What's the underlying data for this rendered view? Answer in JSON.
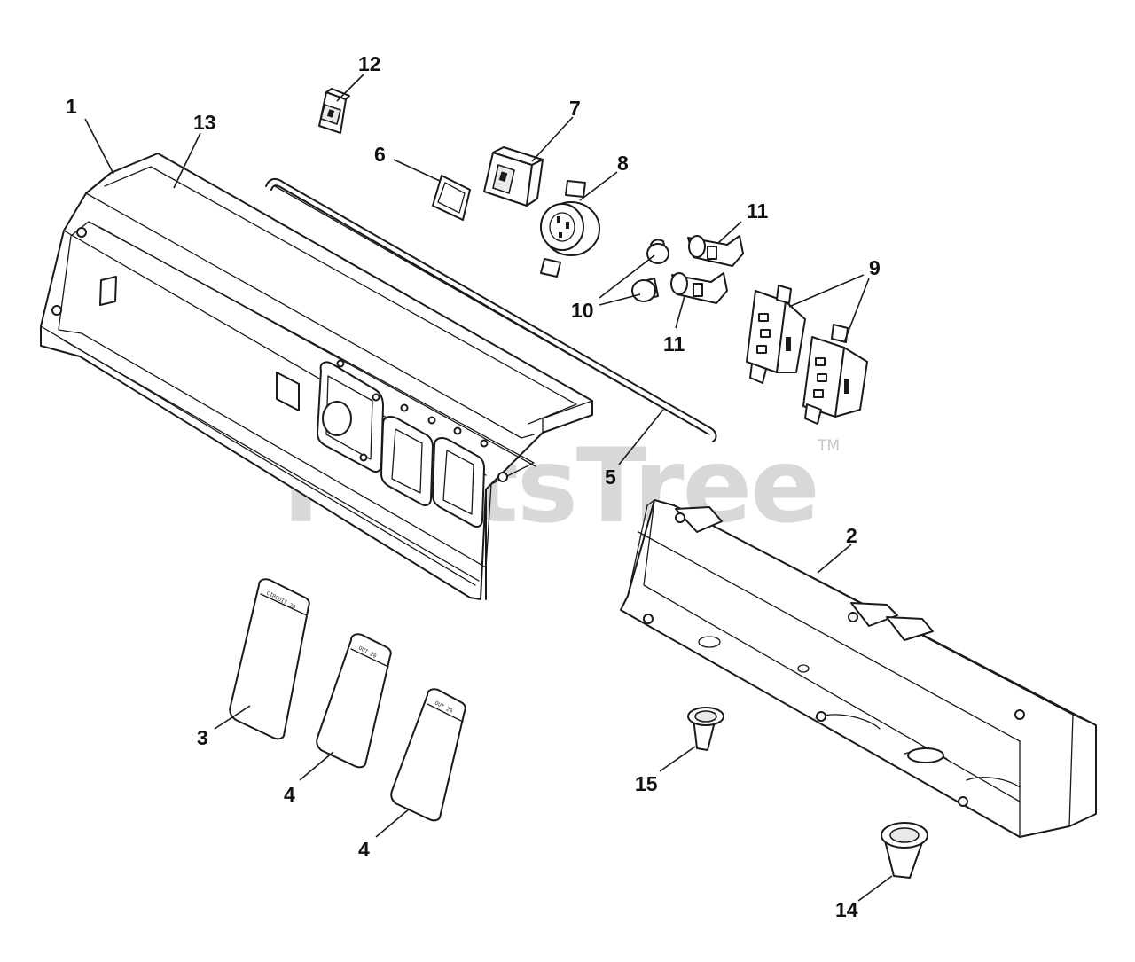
{
  "watermark": {
    "text": "PartsTree",
    "trademark": "TM"
  },
  "callouts": [
    {
      "id": "c1",
      "label": "1"
    },
    {
      "id": "c13",
      "label": "13"
    },
    {
      "id": "c12",
      "label": "12"
    },
    {
      "id": "c6",
      "label": "6"
    },
    {
      "id": "c7",
      "label": "7"
    },
    {
      "id": "c8",
      "label": "8"
    },
    {
      "id": "c11a",
      "label": "11"
    },
    {
      "id": "c10",
      "label": "10"
    },
    {
      "id": "c11b",
      "label": "11"
    },
    {
      "id": "c9",
      "label": "9"
    },
    {
      "id": "c5",
      "label": "5"
    },
    {
      "id": "c2",
      "label": "2"
    },
    {
      "id": "c3",
      "label": "3"
    },
    {
      "id": "c4a",
      "label": "4"
    },
    {
      "id": "c4b",
      "label": "4"
    },
    {
      "id": "c15",
      "label": "15"
    },
    {
      "id": "c14",
      "label": "14"
    }
  ],
  "decal_text": {
    "large": "CIRCUIT 20",
    "small_a": "OUT 20",
    "small_b": "OUT 20"
  }
}
